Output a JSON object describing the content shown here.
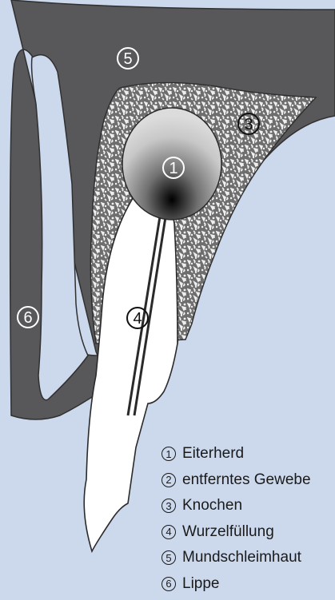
{
  "colors": {
    "background": "#ccd9ed",
    "gum": "#58585a",
    "bone": "#6f6f6f",
    "bone_speckle": "#f2f2f2",
    "tooth": "#ffffff",
    "outline": "#2a2a2a"
  },
  "callouts": {
    "c1": "1",
    "c3": "3",
    "c4": "4",
    "c5": "5",
    "c6": "6"
  },
  "legend": [
    {
      "num": "1",
      "label": "Eiterherd"
    },
    {
      "num": "2",
      "label": "entferntes Gewebe"
    },
    {
      "num": "3",
      "label": "Knochen"
    },
    {
      "num": "4",
      "label": "Wurzelfüllung"
    },
    {
      "num": "5",
      "label": "Mundschleimhaut"
    },
    {
      "num": "6",
      "label": "Lippe"
    }
  ]
}
